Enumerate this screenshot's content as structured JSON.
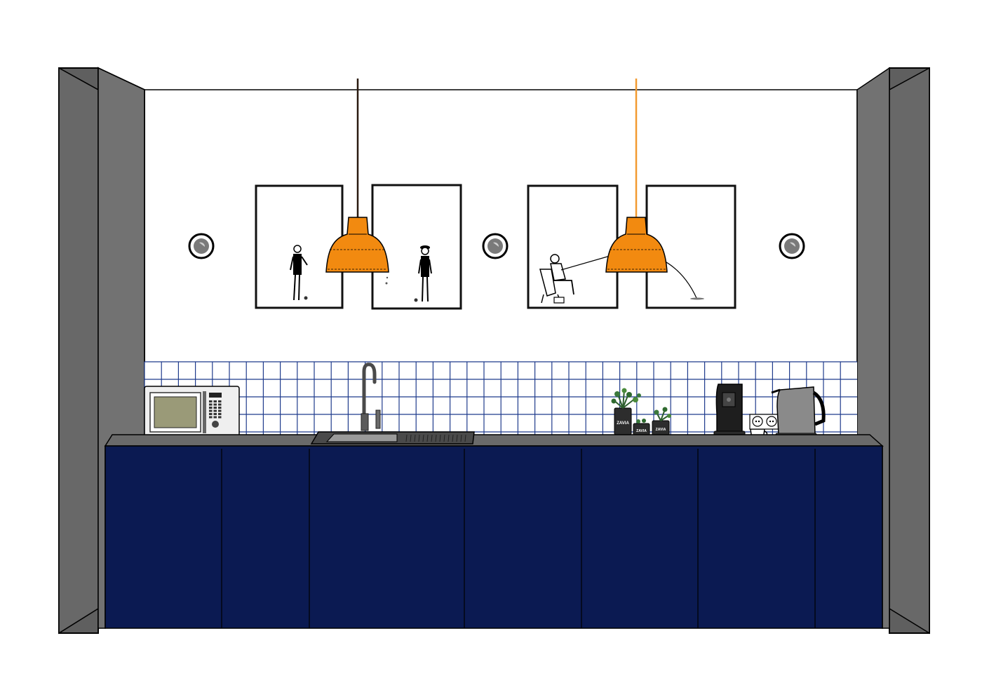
{
  "scene": {
    "colors": {
      "wall": "#ffffff",
      "side_wall": "#6b6b6b",
      "side_wall_inner": "#7a7a7a",
      "cabinet": "#0b1a52",
      "countertop": "#676767",
      "tile_grid": "#1f3b8c",
      "lamp_shade": "#f28a10",
      "lamp_cord_left": "#2a1a10",
      "lamp_cord_right": "#f29a30",
      "appliance_dark": "#222222",
      "kettle": "#8a8a8a"
    },
    "cabinet_doors": 7,
    "pendant_lamps": [
      "pendant-lamp-left",
      "pendant-lamp-right"
    ],
    "wall_lights": [
      "wall-light-left",
      "wall-light-center",
      "wall-light-right"
    ],
    "posters": [
      {
        "name": "poster-petanque-player-1",
        "subject": "woman in swimsuit playing petanque"
      },
      {
        "name": "poster-petanque-player-2",
        "subject": "woman in swimsuit with hat playing petanque"
      },
      {
        "name": "poster-fisherman",
        "subject": "man fishing on folding chair"
      },
      {
        "name": "poster-fishing-line",
        "subject": "fishing line with float"
      }
    ],
    "plant_jars": [
      {
        "label": "ZAVIA"
      },
      {
        "label": "ZAVIA"
      },
      {
        "label": "ZAVIA"
      }
    ],
    "appliances": [
      "microwave",
      "sink",
      "faucet",
      "coffee-machine",
      "coffee-cup",
      "wall-socket",
      "electric-kettle"
    ]
  }
}
